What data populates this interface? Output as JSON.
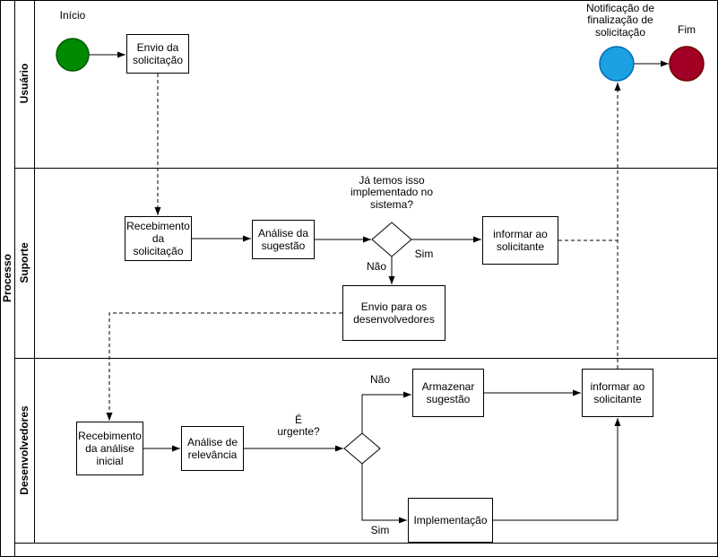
{
  "pool": {
    "label": "Processo"
  },
  "lanes": [
    {
      "label": "Usuário"
    },
    {
      "label": "Suporte"
    },
    {
      "label": "Desenvolvedores"
    }
  ],
  "events": {
    "start_label": "Início",
    "notification_label": "Notificação de finalização de solicitação",
    "end_label": "Fim"
  },
  "tasks": {
    "envio_solicitacao": "Envio da solicitação",
    "recebimento_solicitacao": "Recebimento da solicitação",
    "analise_sugestao": "Análise da sugestão",
    "informar_solicitante_suporte": "informar ao solicitante",
    "envio_desenvolvedores": "Envio para os desenvolvedores",
    "recebimento_analise_inicial": "Recebimento da análise inicial",
    "analise_relevancia": "Análise de relevância",
    "armazenar_sugestao": "Armazenar sugestão",
    "informar_solicitante_dev": "informar ao solicitante",
    "implementacao": "Implementação"
  },
  "gateways": {
    "implementado_question": "Já temos isso implementado no sistema?",
    "urgente_question": "É urgente?"
  },
  "edge_labels": {
    "sim_implementado": "Sim",
    "nao_implementado": "Não",
    "nao_urgente": "Não",
    "sim_urgente": "Sim"
  },
  "colors": {
    "start_event": "#008a00",
    "notification_event": "#1ba1e2",
    "end_event": "#a20025"
  }
}
